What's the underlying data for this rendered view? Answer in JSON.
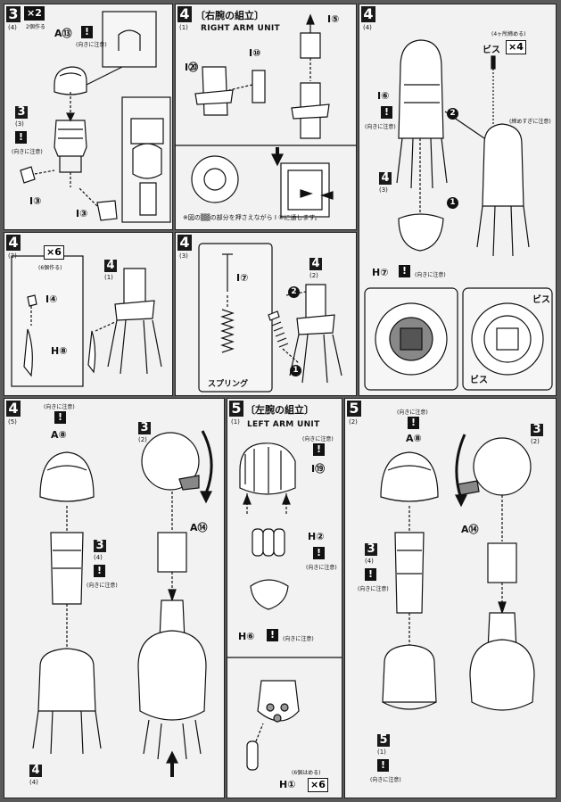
{
  "steps": {
    "s3": {
      "num": "3",
      "sub": "(4)",
      "mult": "×2",
      "mult_note": "2個作る",
      "part_top": "A",
      "part_top_num": "⑬",
      "caution_top": "(向きに注意)",
      "ref_step": "3",
      "ref_sub": "(3)",
      "caution_mid": "(向きに注意)",
      "part_l": "I",
      "part_l_num": "③",
      "part_b": "I",
      "part_b_num": "③"
    },
    "s4_1": {
      "num": "4",
      "sub": "(1)",
      "title_jp": "〔右腕の組立〕",
      "title_en": "RIGHT ARM UNIT",
      "part_a": "I",
      "part_a_num": "⑳",
      "part_b": "I",
      "part_b_num": "⑩",
      "part_c": "I",
      "part_c_num": "⑤",
      "note": "※図の▒▒の部分を押さえながら I ⑥に通します。"
    },
    "s4_4": {
      "num": "4",
      "sub": "(4)",
      "screw_note": "(4ヶ所締める)",
      "screw_label": "ビス",
      "screw_mult": "×4",
      "screw_note2": "(締めすぎに注意)",
      "part_i6": "I",
      "part_i6_num": "⑥",
      "caution_1": "(向きに注意)",
      "ref_step": "4",
      "ref_sub": "(3)",
      "num_1": "1",
      "num_2": "2",
      "part_h": "H",
      "part_h_num": "⑦",
      "caution_2": "(向きに注意)",
      "bis_1": "ビス",
      "bis_2": "ビス"
    },
    "s4_2": {
      "num": "4",
      "sub": "(2)",
      "mult": "×6",
      "mult_note": "(6個作る)",
      "part_i": "I",
      "part_i_num": "④",
      "part_h": "H",
      "part_h_num": "⑧",
      "ref_step": "4",
      "ref_sub": "(1)"
    },
    "s4_3": {
      "num": "4",
      "sub": "(3)",
      "part_i": "I",
      "part_i_num": "⑦",
      "spring": "スプリング",
      "ref_step": "4",
      "ref_sub": "(2)",
      "num_1": "1",
      "num_2": "2"
    },
    "s4_5": {
      "num": "4",
      "sub": "(5)",
      "caution_1": "(向きに注意)",
      "part_a": "A",
      "part_a_num": "⑧",
      "ref_3": "3",
      "ref_3_sub": "(2)",
      "part_a14": "A",
      "part_a14_num": "⑭",
      "ref_3b": "3",
      "ref_3b_sub": "(4)",
      "caution_2": "(向きに注意)",
      "ref_4": "4",
      "ref_4_sub": "(4)"
    },
    "s5_1": {
      "num": "5",
      "sub": "(1)",
      "title_jp": "〔左腕の組立〕",
      "title_en": "LEFT ARM UNIT",
      "caution_1": "(向きに注意)",
      "part_i": "I",
      "part_i_num": "⑲",
      "part_h2": "H",
      "part_h2_num": "②",
      "caution_2": "(向きに注意)",
      "part_h6": "H",
      "part_h6_num": "⑥",
      "caution_3": "(向きに注意)",
      "mult_note": "(6個はめる)",
      "part_h1": "H",
      "part_h1_num": "①",
      "mult": "×6"
    },
    "s5_2": {
      "num": "5",
      "sub": "(2)",
      "caution_1": "(向きに注意)",
      "part_a": "A",
      "part_a_num": "⑧",
      "ref_3": "3",
      "ref_3_sub": "(2)",
      "part_a14": "A",
      "part_a14_num": "⑭",
      "ref_3b": "3",
      "ref_3b_sub": "(4)",
      "caution_2": "(向きに注意)",
      "ref_5": "5",
      "ref_5_sub": "(1)",
      "caution_3": "(向きに注意)"
    }
  },
  "colors": {
    "ink": "#111111",
    "paper": "#f2f2f2",
    "background": "#5a5a5a"
  },
  "icons": [
    "caution-icon",
    "arrow-icon",
    "screw-icon",
    "spring-icon"
  ]
}
